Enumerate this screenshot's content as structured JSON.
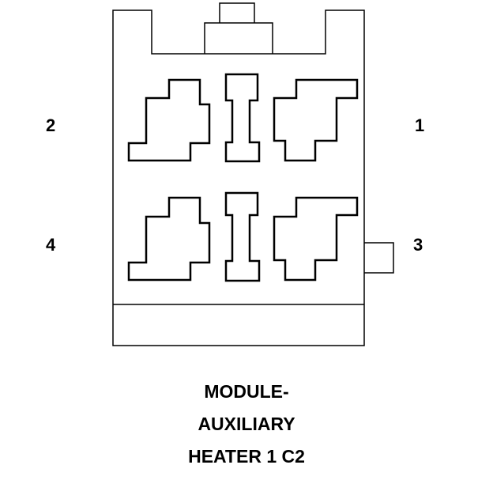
{
  "pin_labels": {
    "pin_1": "1",
    "pin_2": "2",
    "pin_3": "3",
    "pin_4": "4"
  },
  "caption": {
    "line1": "MODULE-",
    "line2": "AUXILIARY",
    "line3": "HEATER 1 C2"
  },
  "colors": {
    "stroke": "#000000",
    "background": "#ffffff"
  }
}
